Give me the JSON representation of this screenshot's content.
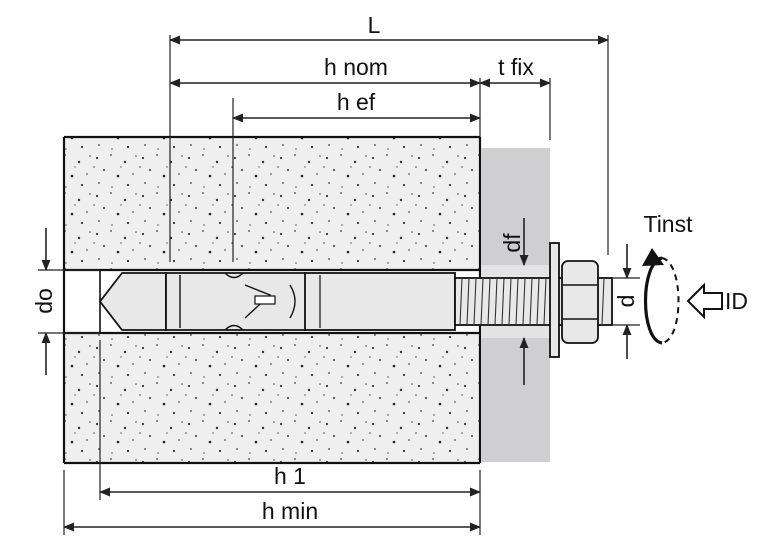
{
  "labels": {
    "L": "L",
    "h_nom": "h nom",
    "t_fix": "t fix",
    "h_ef": "h ef",
    "Tinst": "Tinst",
    "df": "df",
    "do": "do",
    "d": "d",
    "ID": "ID",
    "h1": "h 1",
    "h_min": "h min"
  },
  "colors": {
    "concrete": "#eeeeee",
    "fixture": "#cfcfd1",
    "anchor_metal": "#e8e8e8",
    "ink": "#111111"
  },
  "icons": [
    "tightening-torque-arrow-icon",
    "insertion-direction-arrow-icon"
  ]
}
